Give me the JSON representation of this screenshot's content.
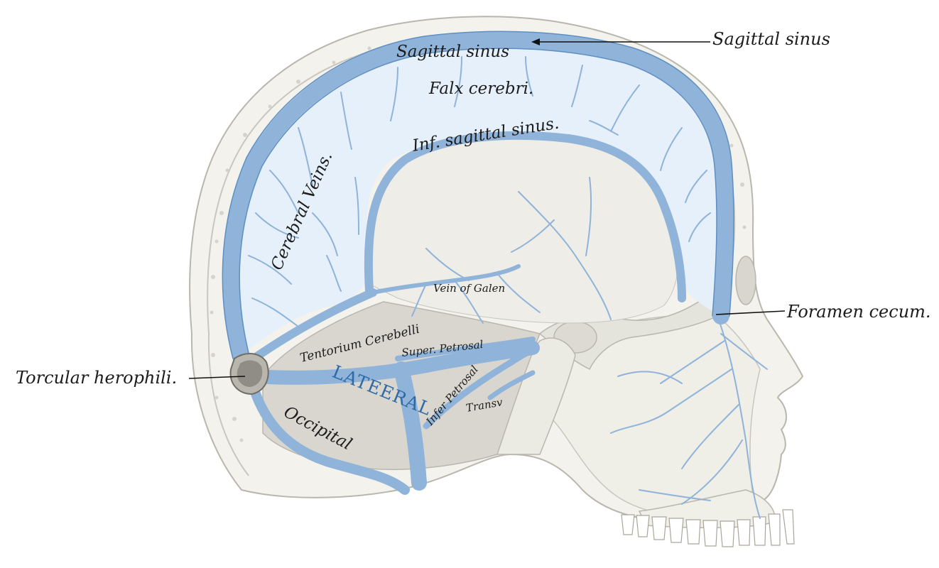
{
  "labels": {
    "sagittal_sinus_inner": "Sagittal sinus",
    "sagittal_sinus_outer": "Sagittal sinus",
    "falx_cerebri": "Falx cerebri.",
    "inf_sagittal_sinus": "Inf. sagittal sinus.",
    "cerebral_veins": "Cerebral Veins.",
    "vein_of_galen": "Vein of Galen",
    "tentorium_cerebelli": "Tentorium Cerebelli",
    "super_petrosal": "Super. Petrosal",
    "lateral": "LATEERAL",
    "infer_petrosal": "Infer Petrosal",
    "transv": "Transv",
    "occipital": "Occipital",
    "torcular_herophili": "Torcular herophili.",
    "foramen_cecum": "Foramen cecum."
  },
  "colors": {
    "sinus_blue": "#a9c6e8",
    "sinus_edge": "#5f8fc2",
    "falx_fill": "#e6f0fa",
    "bone": "#f3f2ec",
    "bone_edge": "#b9b7ad",
    "tentorium": "#d8d6cf"
  }
}
